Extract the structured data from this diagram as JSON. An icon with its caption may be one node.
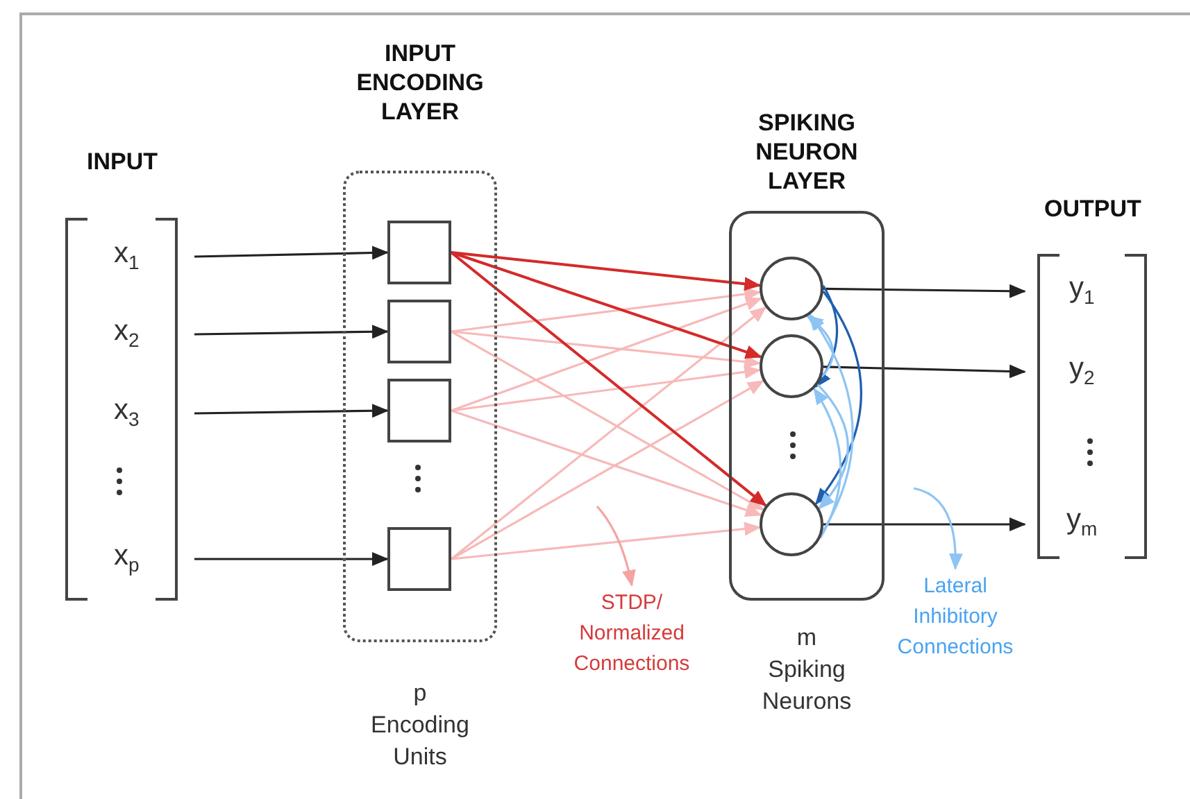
{
  "diagram": {
    "nodes": [
      {
        "text": [
          "x$_{1}$"
        ]
      },
      {
        "text": [
          "x$_{2}$"
        ]
      },
      {
        "text": [
          "x$_{3}$"
        ]
      },
      {
        "text": [
          "x$_{p}$"
        ]
      },
      {
        "text": [
          "INPUT ENCODING LAYER"
        ],
        "beside": [
          "p Encoding Units"
        ]
      },
      {
        "text": [],
        "shape": "box",
        "in": 4
      },
      {
        "text": [],
        "shape": "box",
        "in": 4
      },
      {
        "text": [],
        "shape": "box",
        "in": 4
      },
      {
        "text": [],
        "shape": "box",
        "in": 4
      },
      {
        "text": [
          "SPIKING NEURON LAYER"
        ],
        "beside": [
          "m Spiking Neurons"
        ]
      },
      {
        "text": [],
        "shape": "circle",
        "in": 9
      },
      {
        "text": [],
        "shape": "circle",
        "in": 9
      },
      {
        "text": [],
        "shape": "circle",
        "in": 9
      },
      {
        "text": [
          "y$_{1}$"
        ]
      },
      {
        "text": [
          "y$_{2}$"
        ]
      },
      {
        "text": [
          "y$_{m}$"
        ]
      },
      {
        "text": [
          "STDP/ Normalized Connections"
        ]
      },
      {
        "text": [
          "Lateral Inhibitory Connections"
        ]
      }
    ],
    "edges": [
      {
        "from": 0,
        "to": 5,
        "arrow": "to",
        "color": "#222222"
      },
      {
        "from": 1,
        "to": 6,
        "arrow": "to",
        "color": "#222222"
      },
      {
        "from": 2,
        "to": 7,
        "arrow": "to",
        "color": "#222222"
      },
      {
        "from": 3,
        "to": 8,
        "arrow": "to",
        "color": "#222222"
      },
      {
        "from": 5,
        "to": 10,
        "arrow": "to",
        "color": "#d42a2a"
      },
      {
        "from": 5,
        "to": 11,
        "arrow": "to",
        "color": "#d42a2a"
      },
      {
        "from": 5,
        "to": 12,
        "arrow": "to",
        "color": "#d42a2a"
      },
      {
        "from": 6,
        "to": 10,
        "arrow": "to",
        "color": "#f7b9b9"
      },
      {
        "from": 6,
        "to": 11,
        "arrow": "to",
        "color": "#f7b9b9"
      },
      {
        "from": 6,
        "to": 12,
        "arrow": "to",
        "color": "#f7b9b9"
      },
      {
        "from": 7,
        "to": 10,
        "arrow": "to",
        "color": "#f7b9b9"
      },
      {
        "from": 7,
        "to": 11,
        "arrow": "to",
        "color": "#f7b9b9"
      },
      {
        "from": 7,
        "to": 12,
        "arrow": "to",
        "color": "#f7b9b9"
      },
      {
        "from": 8,
        "to": 10,
        "arrow": "to",
        "color": "#f7b9b9"
      },
      {
        "from": 8,
        "to": 11,
        "arrow": "to",
        "color": "#f7b9b9"
      },
      {
        "from": 8,
        "to": 12,
        "arrow": "to",
        "color": "#f7b9b9"
      },
      {
        "from": 10,
        "to": 13,
        "arrow": "to",
        "color": "#222222"
      },
      {
        "from": 11,
        "to": 14,
        "arrow": "to",
        "color": "#222222"
      },
      {
        "from": 12,
        "to": 15,
        "arrow": "to",
        "color": "#222222"
      },
      {
        "from": 10,
        "to": 11,
        "arrow": "to",
        "color": "#1f5fae"
      },
      {
        "from": 10,
        "to": 12,
        "arrow": "to",
        "color": "#1f5fae"
      },
      {
        "from": 11,
        "to": 10,
        "arrow": "to",
        "color": "#8ec4f4"
      },
      {
        "from": 12,
        "to": 10,
        "arrow": "to",
        "color": "#8ec4f4"
      },
      {
        "from": 12,
        "to": 11,
        "arrow": "to",
        "color": "#8ec4f4"
      },
      {
        "from": 11,
        "to": 12,
        "arrow": "to",
        "color": "#8ec4f4"
      },
      {
        "from": null,
        "to": 16,
        "arrow": "to",
        "color": "#f4a3a3"
      },
      {
        "from": null,
        "to": 17,
        "arrow": "to",
        "color": "#8ec4f4"
      }
    ],
    "labels": [
      "INPUT",
      "OUTPUT"
    ]
  }
}
